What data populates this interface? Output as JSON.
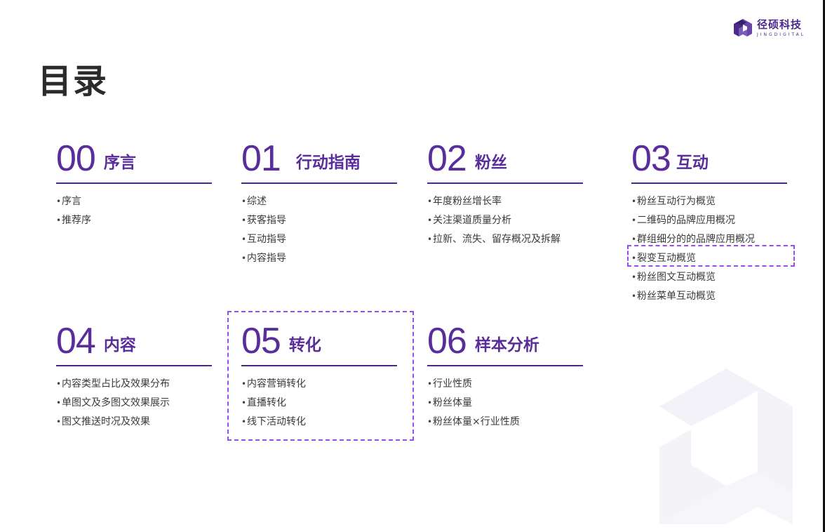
{
  "brand": {
    "name_cn": "径硕科技",
    "name_en": "JINGDIGITAL",
    "color": "#4b2a8a"
  },
  "page": {
    "title": "目录",
    "accent_color": "#5a2d9c",
    "highlight_color": "#9a4cf0"
  },
  "sections": [
    {
      "num": "00",
      "title": "序言",
      "items": [
        "序言",
        "推荐序"
      ]
    },
    {
      "num": "01",
      "title": "行动指南",
      "items": [
        "综述",
        "获客指导",
        "互动指导",
        "内容指导"
      ]
    },
    {
      "num": "02",
      "title": "粉丝",
      "items": [
        "年度粉丝增长率",
        "关注渠道质量分析",
        "拉新、流失、留存概况及拆解"
      ]
    },
    {
      "num": "03",
      "title": "互动",
      "items": [
        "粉丝互动行为概览",
        "二维码的品牌应用概况",
        "群组细分的的品牌应用概况",
        "裂变互动概览",
        "粉丝图文互动概览",
        "粉丝菜单互动概览"
      ]
    },
    {
      "num": "04",
      "title": "内容",
      "items": [
        "内容类型占比及效果分布",
        "单图文及多图文效果展示",
        "图文推送时况及效果"
      ]
    },
    {
      "num": "05",
      "title": "转化",
      "items": [
        "内容营销转化",
        "直播转化",
        "线下活动转化"
      ]
    },
    {
      "num": "06",
      "title": "样本分析",
      "items": [
        "行业性质",
        "粉丝体量",
        "粉丝体量×行业性质"
      ]
    }
  ],
  "highlights": {
    "section_box": "05 转化",
    "item_box": "裂变互动概览"
  },
  "bullet": "•"
}
